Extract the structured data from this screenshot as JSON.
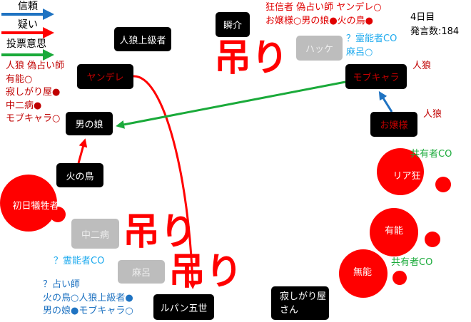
{
  "legend": {
    "trust": "信頼",
    "doubt": "疑い",
    "vote": "投票意思",
    "colors": {
      "trust": "#1f73c2",
      "doubt": "#ff0000",
      "vote": "#1aaa3a"
    }
  },
  "info": {
    "day": "4日目",
    "posts": "発言数:184"
  },
  "nodes": {
    "jinro_joukyu": "人狼上級者",
    "yandere": "ヤンデレ",
    "otokonoko": "男の娘",
    "hinotori": "火の鳥",
    "shonichi": "初日犠牲者",
    "chuunibyou": "中二病",
    "maro": "麻呂",
    "lupin": "ルパン五世",
    "shunsuke": "瞬介",
    "hakke": "ハッケ",
    "mobchara": "モブキャラ",
    "ojousama": "お嬢様",
    "riakyou": "リア狂",
    "yuunou": "有能",
    "munou": "無能",
    "sabishigari": "寂しがり屋さん"
  },
  "hanged_label": "吊り",
  "notes": {
    "yandere_claim": [
      "人狼 偽占い師",
      "有能○",
      "寂しがり屋●",
      "中二病●",
      "モブキャラ○"
    ],
    "top_claim": [
      "狂信者 偽占い師 ヤンデレ○",
      "お嬢様○男の娘●火の鳥●"
    ],
    "hakke_claim": [
      "？霊能者CO",
      "麻呂○"
    ],
    "mob_role": "人狼",
    "ojou_role": "人狼",
    "kyouyuu1": "共有者CO",
    "kyouyuu2": "共有者CO",
    "left_medium": "？霊能者CO",
    "left_seer": [
      "？占い師",
      "火の鳥○人狼上級者●",
      "男の娘●モブキャラ○"
    ]
  }
}
